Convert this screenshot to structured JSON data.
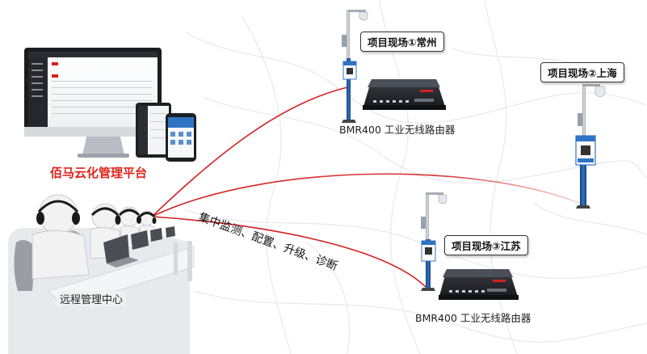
{
  "platform_title": "佰马云化管理平台",
  "center_label": "远程管理中心",
  "link_label": "集中监测、配置、升级、诊断",
  "sites": [
    {
      "label": "项目现场①常州",
      "router_caption": "BMR400 工业无线路由器"
    },
    {
      "label": "项目现场②上海",
      "router_caption": ""
    },
    {
      "label": "项目现场③江苏",
      "router_caption": "BMR400 工业无线路由器"
    }
  ],
  "colors": {
    "link": "#d42020",
    "title": "#e0251b",
    "pole": "#1f5fa8"
  }
}
